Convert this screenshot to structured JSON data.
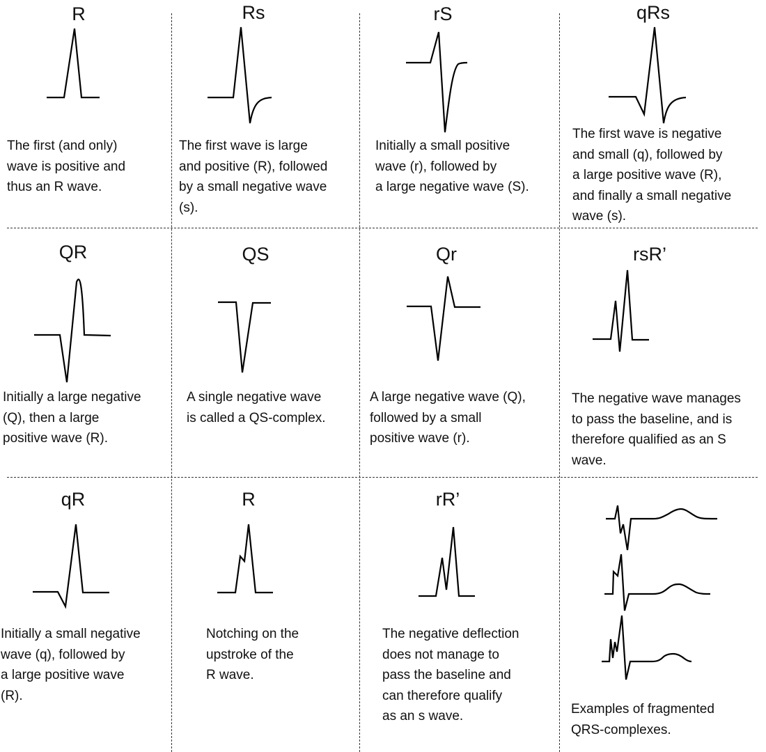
{
  "figure": {
    "topic": "QRS complex nomenclature",
    "layout": {
      "rows": 3,
      "columns": 4
    },
    "stroke_color": "#000000",
    "divider_style": "dotted"
  },
  "cells": [
    {
      "id": "r",
      "title": "R",
      "lines": [
        "The first (and only)",
        "wave is positive and",
        "thus an R wave."
      ]
    },
    {
      "id": "rs-upper",
      "title": "Rs",
      "lines": [
        "The first wave is large",
        "and positive (R), followed",
        "by a small negative wave",
        "(s)."
      ]
    },
    {
      "id": "rS",
      "title": "rS",
      "lines": [
        "Initially a small positive",
        "wave (r), followed by",
        "a large negative wave (S)."
      ]
    },
    {
      "id": "qRs",
      "title": "qRs",
      "lines": [
        "The first wave is negative",
        "and small (q), followed by",
        "a large positive wave (R),",
        "and finally a small negative",
        "wave (s)."
      ]
    },
    {
      "id": "QR",
      "title": "QR",
      "lines": [
        "Initially a large negative",
        "(Q), then a large",
        "positive wave (R)."
      ]
    },
    {
      "id": "QS",
      "title": "QS",
      "lines": [
        "A single negative wave",
        "is called a QS-complex."
      ]
    },
    {
      "id": "Qr",
      "title": "Qr",
      "lines": [
        "A large negative wave (Q),",
        "followed by a small",
        "positive wave (r)."
      ]
    },
    {
      "id": "rsR-prime",
      "title": "rsR’",
      "lines": [
        "The negative wave manages",
        "to pass the baseline, and is",
        "therefore qualified as an S",
        "wave."
      ]
    },
    {
      "id": "qR",
      "title": "qR",
      "lines": [
        "Initially a small negative",
        "wave (q), followed by",
        "a large positive wave",
        "(R)."
      ]
    },
    {
      "id": "r-notched",
      "title": "R",
      "lines": [
        "Notching on the",
        "upstroke of the",
        "R wave."
      ]
    },
    {
      "id": "rR-prime",
      "title": "rR’",
      "lines": [
        "The negative deflection",
        "does not manage to",
        "pass the baseline and",
        "can therefore qualify",
        "as an s wave."
      ]
    },
    {
      "id": "fragmented",
      "title": "",
      "lines": [
        "Examples of fragmented",
        "QRS-complexes."
      ]
    }
  ]
}
